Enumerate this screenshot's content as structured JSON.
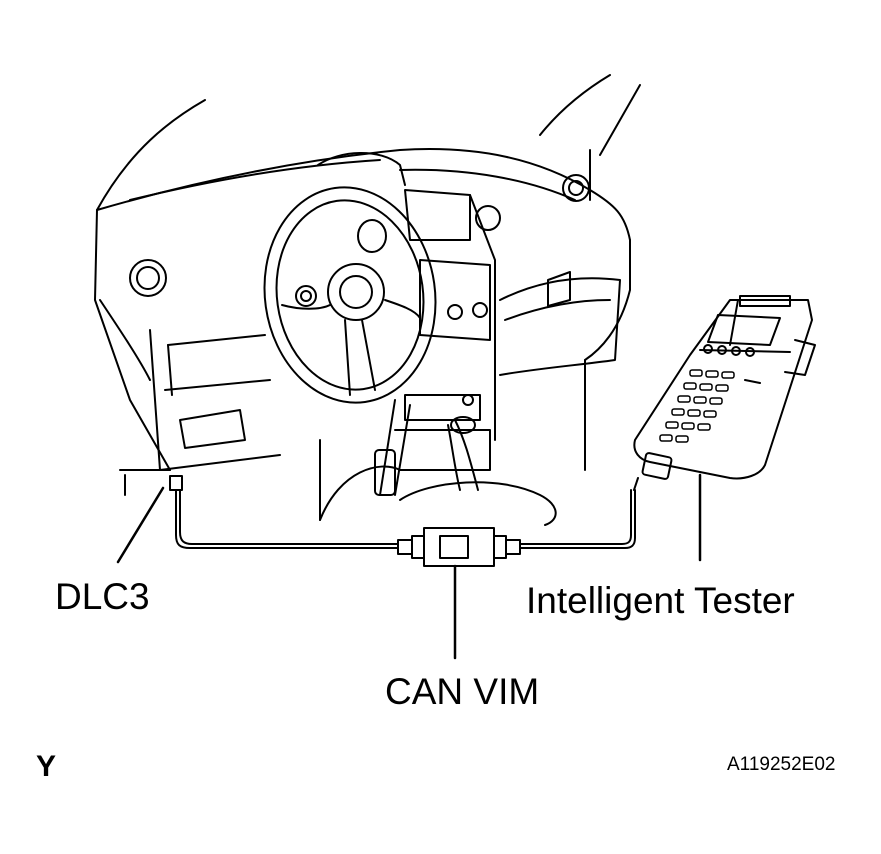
{
  "labels": {
    "dlc3": "DLC3",
    "intelligent_tester": "Intelligent Tester",
    "can_vim": "CAN VIM",
    "view_mark": "Y",
    "figure_code": "A119252E02"
  },
  "style": {
    "line_color": "#000000",
    "background": "#ffffff"
  }
}
